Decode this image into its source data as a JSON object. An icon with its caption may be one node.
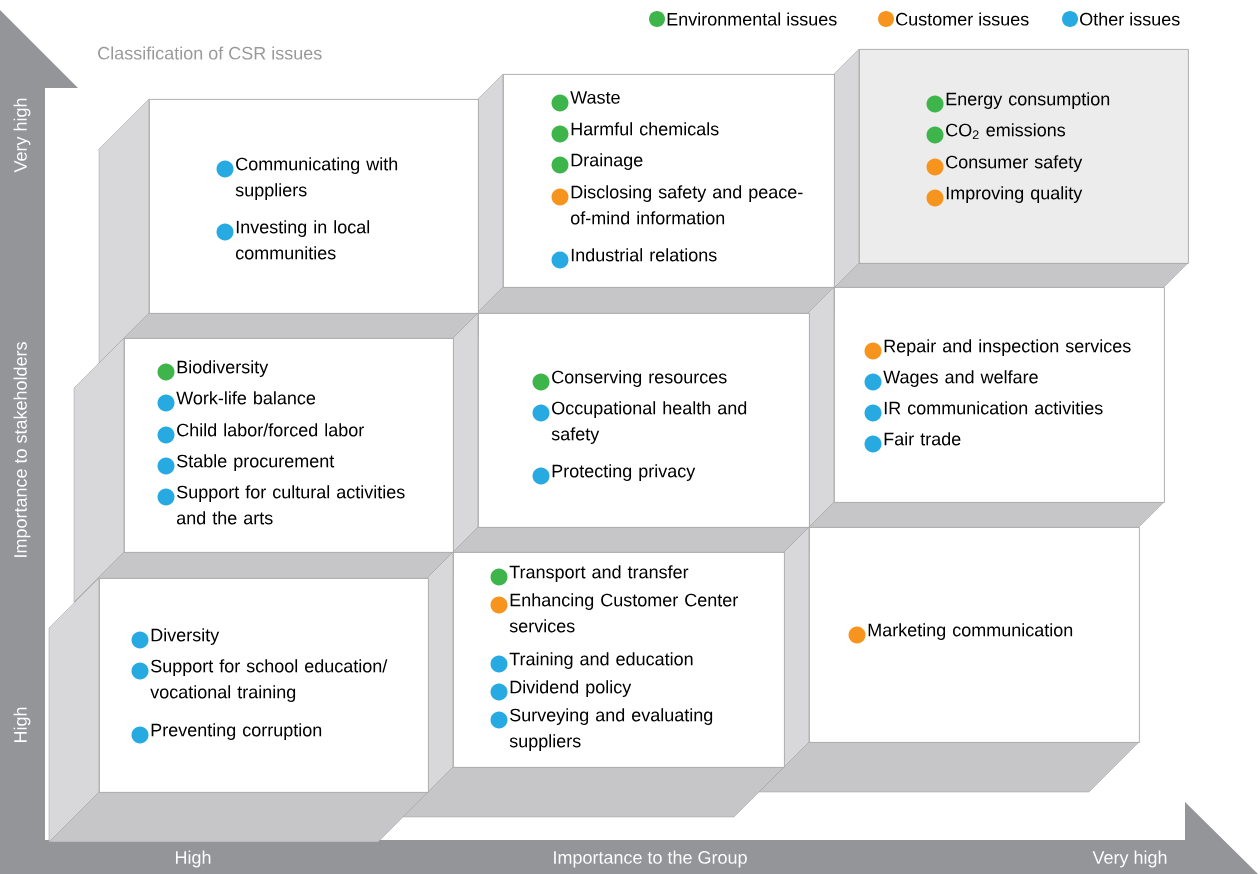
{
  "diagram": {
    "title": "Classification of CSR issues",
    "nodes": [
      {
        "text": [
          "Communicating with suppliers",
          "Investing in local communities"
        ]
      },
      {
        "text": [
          "Waste",
          "Harmful chemicals",
          "Drainage",
          "Disclosing safety and peace-of-mind information",
          "Industrial relations"
        ]
      },
      {
        "text": [
          "Energy consumption",
          "CO$_{2}$ emissions",
          "Consumer safety",
          "Improving quality"
        ]
      },
      {
        "text": [
          "Biodiversity",
          "Work-life balance",
          "Child labor/forced labor",
          "Stable procurement",
          "Support for cultural activities and the arts"
        ]
      },
      {
        "text": [
          "Conserving resources",
          "Occupational health and safety",
          "Protecting privacy"
        ]
      },
      {
        "text": [
          "Repair and inspection services",
          "Wages and welfare",
          "IR communication activities",
          "Fair trade"
        ]
      },
      {
        "text": [
          "Diversity",
          "Support for school education/ vocational training",
          "Preventing corruption"
        ]
      },
      {
        "text": [
          "Transport and transfer",
          "Enhancing Customer Center services",
          "Training and education",
          "Dividend policy",
          "Surveying and evaluating suppliers"
        ]
      },
      {
        "text": [
          "Marketing communication"
        ]
      }
    ],
    "labels": [
      "Very high",
      "Importance to stakeholders",
      "High",
      "High",
      "Importance to the Group",
      "Very high"
    ],
    "legend": [
      {
        "text": "Environmental issues",
        "color": "#3db54a"
      },
      {
        "text": "Customer issues",
        "color": "#f7941d"
      },
      {
        "text": "Other issues",
        "color": "#27aae1"
      }
    ]
  }
}
